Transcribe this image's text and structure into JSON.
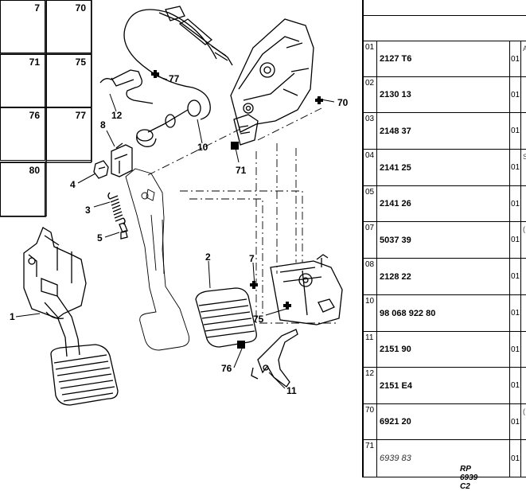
{
  "reference_parts": [
    {
      "num": "7",
      "icon": "bolt-icon"
    },
    {
      "num": "70",
      "icon": "bolt-icon"
    },
    {
      "num": "71",
      "icon": "nut-icon"
    },
    {
      "num": "75",
      "icon": "bolt-icon"
    },
    {
      "num": "76",
      "icon": "flange-nut-icon"
    },
    {
      "num": "77",
      "icon": "bolt-icon"
    },
    {
      "num": "80",
      "icon": "clip-icon"
    }
  ],
  "callouts": [
    {
      "id": "c1",
      "label": "1"
    },
    {
      "id": "c2",
      "label": "2"
    },
    {
      "id": "c3",
      "label": "3"
    },
    {
      "id": "c4",
      "label": "4"
    },
    {
      "id": "c5",
      "label": "5"
    },
    {
      "id": "c7",
      "label": "7"
    },
    {
      "id": "c8",
      "label": "8"
    },
    {
      "id": "c10",
      "label": "10"
    },
    {
      "id": "c11",
      "label": "11"
    },
    {
      "id": "c12",
      "label": "12"
    },
    {
      "id": "c70",
      "label": "70"
    },
    {
      "id": "c71",
      "label": "71"
    },
    {
      "id": "c75",
      "label": "75"
    },
    {
      "id": "c76",
      "label": "76"
    },
    {
      "id": "c77",
      "label": "77"
    }
  ],
  "sheet_ref": "RP 6939 C2",
  "parts_list": [
    {
      "item": "01",
      "ref": "2127 T6",
      "qty": "01",
      "trunc": [
        "A"
      ]
    },
    {
      "item": "02",
      "ref": "2130 13",
      "qty": "01",
      "trunc": []
    },
    {
      "item": "03",
      "ref": "2148 37",
      "qty": "01",
      "trunc": []
    },
    {
      "item": "04",
      "ref": "2141 25",
      "qty": "01",
      "trunc": [
        "S"
      ]
    },
    {
      "item": "05",
      "ref": "2141 26",
      "qty": "01",
      "trunc": []
    },
    {
      "item": "07",
      "ref": "5037 39",
      "qty": "01",
      "trunc": [
        "("
      ]
    },
    {
      "item": "08",
      "ref": "2128 22",
      "qty": "01",
      "trunc": []
    },
    {
      "item": "10",
      "ref": "98 068 922 80",
      "qty": "01",
      "trunc": []
    },
    {
      "item": "11",
      "ref": "2151 90",
      "qty": "01",
      "trunc": []
    },
    {
      "item": "12",
      "ref": "2151 E4",
      "qty": "01",
      "trunc": []
    },
    {
      "item": "70",
      "ref": "6921 20",
      "qty": "01",
      "trunc": [
        "("
      ]
    },
    {
      "item": "71",
      "ref": "6939 83",
      "qty": "01",
      "trunc": []
    }
  ]
}
